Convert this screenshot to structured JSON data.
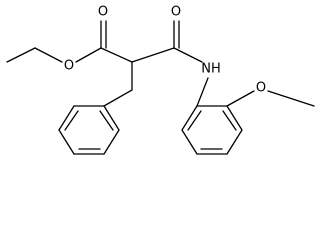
{
  "molecule": {
    "atom_labels": {
      "ester_carbonyl_oxygen": "O",
      "ester_ether_oxygen": "O",
      "amide_carbonyl_oxygen": "O",
      "amide_nitrogen": "NH",
      "methoxy_oxygen": "O"
    }
  },
  "colors": {
    "bond": "#000000",
    "label": "#000000",
    "background": "#ffffff"
  }
}
